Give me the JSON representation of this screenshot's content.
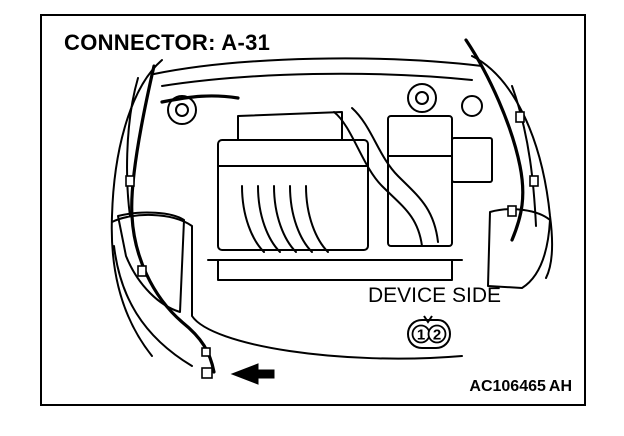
{
  "diagram": {
    "title": "CONNECTOR: A-31",
    "device_side_label": "DEVICE SIDE",
    "connector_pins": [
      "1",
      "2"
    ],
    "figure_code": "AC106465",
    "figure_suffix": "AH"
  }
}
